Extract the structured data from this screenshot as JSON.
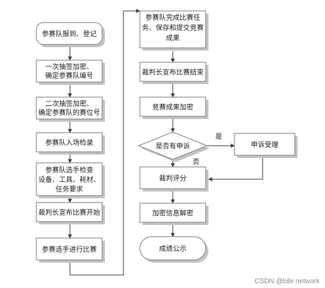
{
  "flowchart": {
    "steps_left": [
      {
        "id": "register",
        "lines": [
          "参赛队报到、登记"
        ]
      },
      {
        "id": "draw1",
        "lines": [
          "一次抽签加密、",
          "确定参赛队编号"
        ]
      },
      {
        "id": "draw2",
        "lines": [
          "二次抽签加密、",
          "确定参赛队的赛位号"
        ]
      },
      {
        "id": "entry-check",
        "lines": [
          "参赛队入场检录"
        ]
      },
      {
        "id": "equipment-check",
        "lines": [
          "参赛队选手检查",
          "设备、工具、耗材、",
          "任务要求"
        ]
      },
      {
        "id": "judge-start",
        "lines": [
          "裁判长宣布比赛开始"
        ]
      },
      {
        "id": "compete",
        "lines": [
          "参赛选手进行比赛"
        ]
      }
    ],
    "steps_right": [
      {
        "id": "complete-task",
        "lines": [
          "参赛队完成比赛任",
          "务、保存和提交竞赛",
          "成果"
        ]
      },
      {
        "id": "judge-end",
        "lines": [
          "裁判长宣布比赛结束"
        ]
      },
      {
        "id": "encrypt-results",
        "lines": [
          "竞赛成果加密"
        ]
      },
      {
        "id": "appeal-decision",
        "lines": [
          "是否有申诉"
        ]
      },
      {
        "id": "scoring",
        "lines": [
          "裁判评分"
        ]
      },
      {
        "id": "decrypt",
        "lines": [
          "加密信息解密"
        ]
      },
      {
        "id": "publish",
        "lines": [
          "成绩公示"
        ]
      }
    ],
    "side_box": {
      "id": "appeal-accept",
      "lines": [
        "申诉受理"
      ]
    },
    "branch_labels": {
      "yes": "是",
      "no": "否"
    }
  },
  "watermark": "CSDN @bibi network"
}
